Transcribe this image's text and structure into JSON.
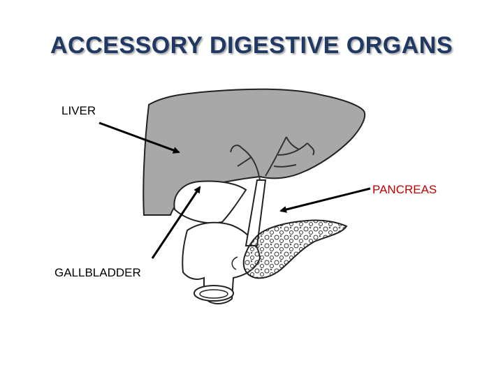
{
  "title": "ACCESSORY DIGESTIVE ORGANS",
  "labels": {
    "liver": "LIVER",
    "pancreas": "PANCREAS",
    "gallbladder": "GALLBLADDER"
  },
  "colors": {
    "title": "#1f3864",
    "liver_fill": "#a8a8a8",
    "pancreas_label": "#c00000",
    "outline": "#222222"
  },
  "icons": [
    "arrow-liver",
    "arrow-pancreas",
    "arrow-gallbladder"
  ]
}
